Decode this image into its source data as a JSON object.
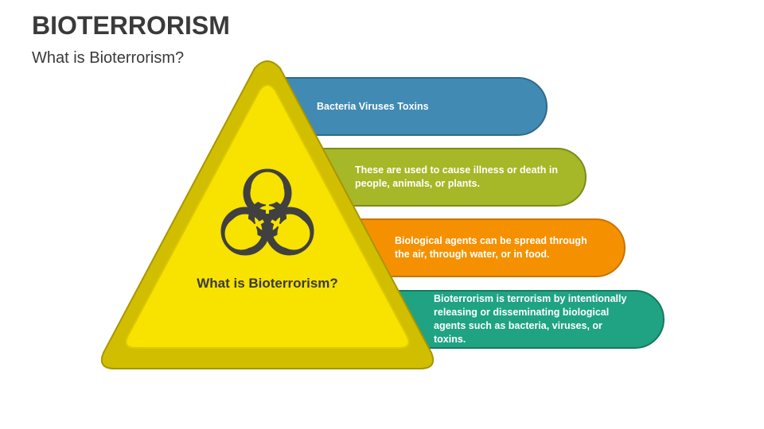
{
  "header": {
    "title": "BIOTERRORISM",
    "subtitle": "What is Bioterrorism?"
  },
  "triangle": {
    "label": "What is Bioterrorism?",
    "icon": "biohazard-icon"
  },
  "bars": [
    {
      "text": "Bacteria Viruses Toxins",
      "color": "#418ab3"
    },
    {
      "text": "These are used to cause illness or death in people, animals, or plants.",
      "color": "#a6b727"
    },
    {
      "text": "Biological agents can be spread through the air, through water, or in food.",
      "color": "#f59100"
    },
    {
      "text": "Bioterrorism is terrorism by intentionally releasing or disseminating biological agents such as bacteria, viruses, or toxins.",
      "color": "#1fa383"
    }
  ]
}
